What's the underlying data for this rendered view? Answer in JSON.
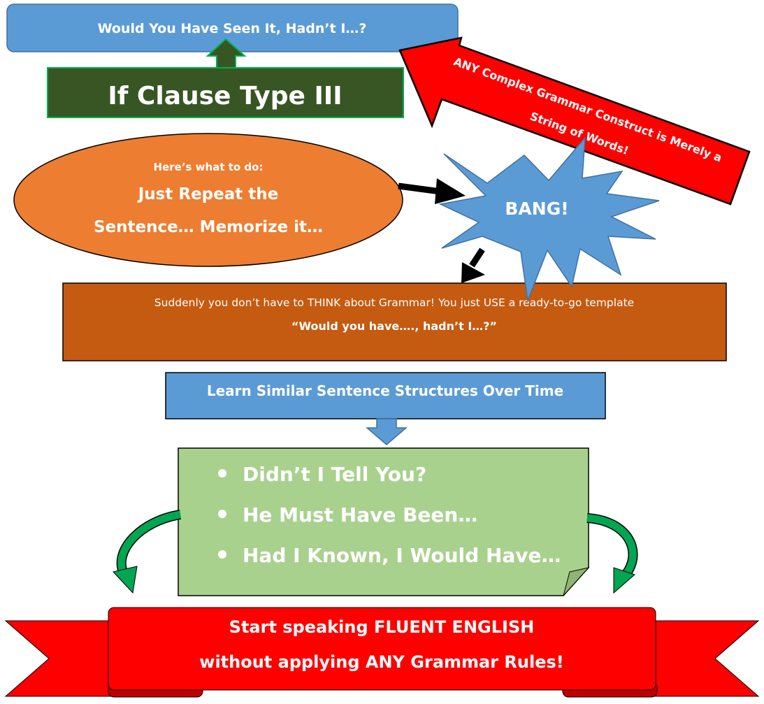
{
  "top_box": {
    "text": "Would You Have Seen It, Hadn’t I…?"
  },
  "title_box": {
    "text": "If Clause Type III"
  },
  "red_arrow": {
    "line1": "ANY Complex Grammar Construct is Merely a",
    "line2": "String of Words!"
  },
  "ellipse": {
    "intro": "Here’s what to do:",
    "line1": "Just Repeat the",
    "line2": "Sentence… Memorize it…"
  },
  "starburst": {
    "text": "BANG!"
  },
  "brown_box": {
    "line1": "Suddenly you don’t have to THINK about Grammar! You just USE a ready-to-go template",
    "line2": "“Would you have…., hadn’t I…?”"
  },
  "learn_box": {
    "text": "Learn Similar Sentence Structures Over Time"
  },
  "note": {
    "items": [
      "Didn’t I Tell You?",
      "He Must Have Been…",
      "Had I Known, I Would Have…"
    ]
  },
  "ribbon": {
    "line1": "Start speaking FLUENT ENGLISH",
    "line2": "without applying ANY Grammar Rules!"
  },
  "colors": {
    "blue": "#5b9bd5",
    "dark_green": "#375623",
    "red": "#ff0000",
    "orange": "#ed7d31",
    "brown": "#c55a11",
    "light_green": "#a9d18e",
    "arrow_green": "#00a651"
  }
}
